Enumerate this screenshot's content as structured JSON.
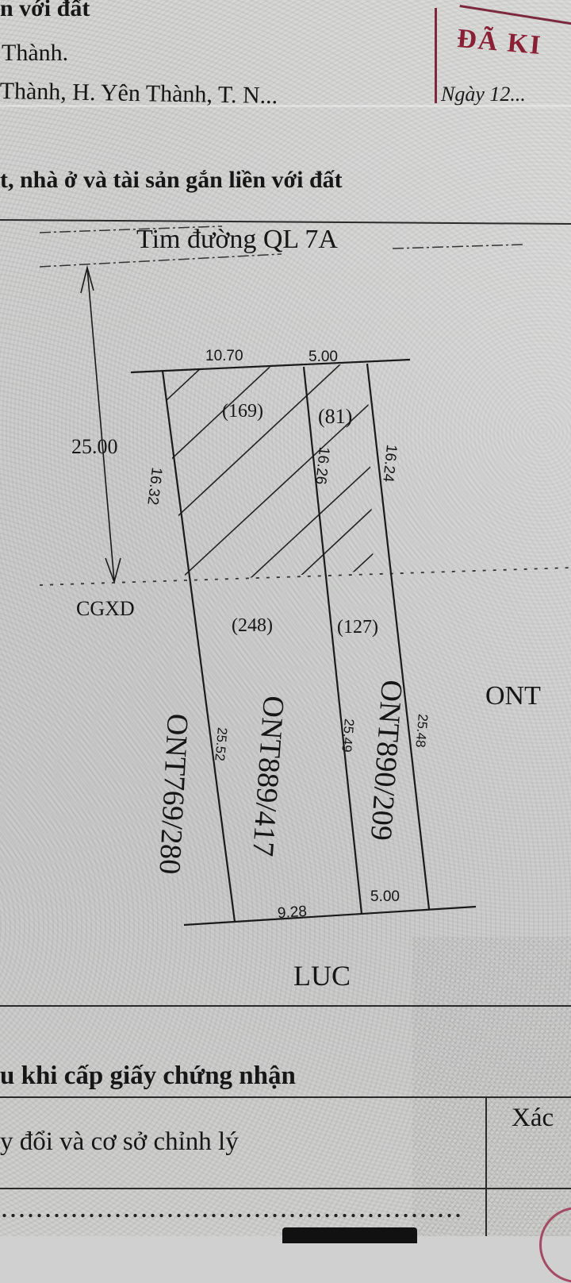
{
  "header": {
    "line1": "n với đất",
    "line2": "Thành.",
    "line3": "Thành, H. Yên Thành, T. N...",
    "section_title": "t, nhà ở và tài sản gắn liền với đất"
  },
  "stamp": {
    "title": "ĐÃ KI",
    "date_label": "Ngày 12...",
    "color": "#8a2035"
  },
  "map": {
    "road_label": "Tim đường QL 7A",
    "setback_distance": "25.00",
    "setback_zone_label": "CGXD",
    "top_edges": [
      "10.70",
      "5.00"
    ],
    "bottom_edges": [
      "9.28",
      "5.00"
    ],
    "hatched_areas": [
      {
        "id": "parcel-left-hatched",
        "area": "(169)"
      },
      {
        "id": "parcel-right-hatched",
        "area": "(81)"
      }
    ],
    "unhatched_areas": [
      {
        "id": "parcel-left-lower",
        "area": "(248)"
      },
      {
        "id": "parcel-right-lower",
        "area": "(127)"
      }
    ],
    "side_lengths_upper": [
      "16.32",
      "16.26",
      "16.24"
    ],
    "side_lengths_lower": [
      "25.52",
      "25.49",
      "25.48"
    ],
    "parcel_labels": [
      "ONT769/280",
      "ONT889/417",
      "ONT890/209"
    ],
    "neighbor_east_label": "ONT",
    "neighbor_south_label": "LUC"
  },
  "footer": {
    "section_title": "u khi cấp giấy chứng nhận",
    "column_left": "y đổi và cơ sở chỉnh lý",
    "column_right": "Xác"
  }
}
